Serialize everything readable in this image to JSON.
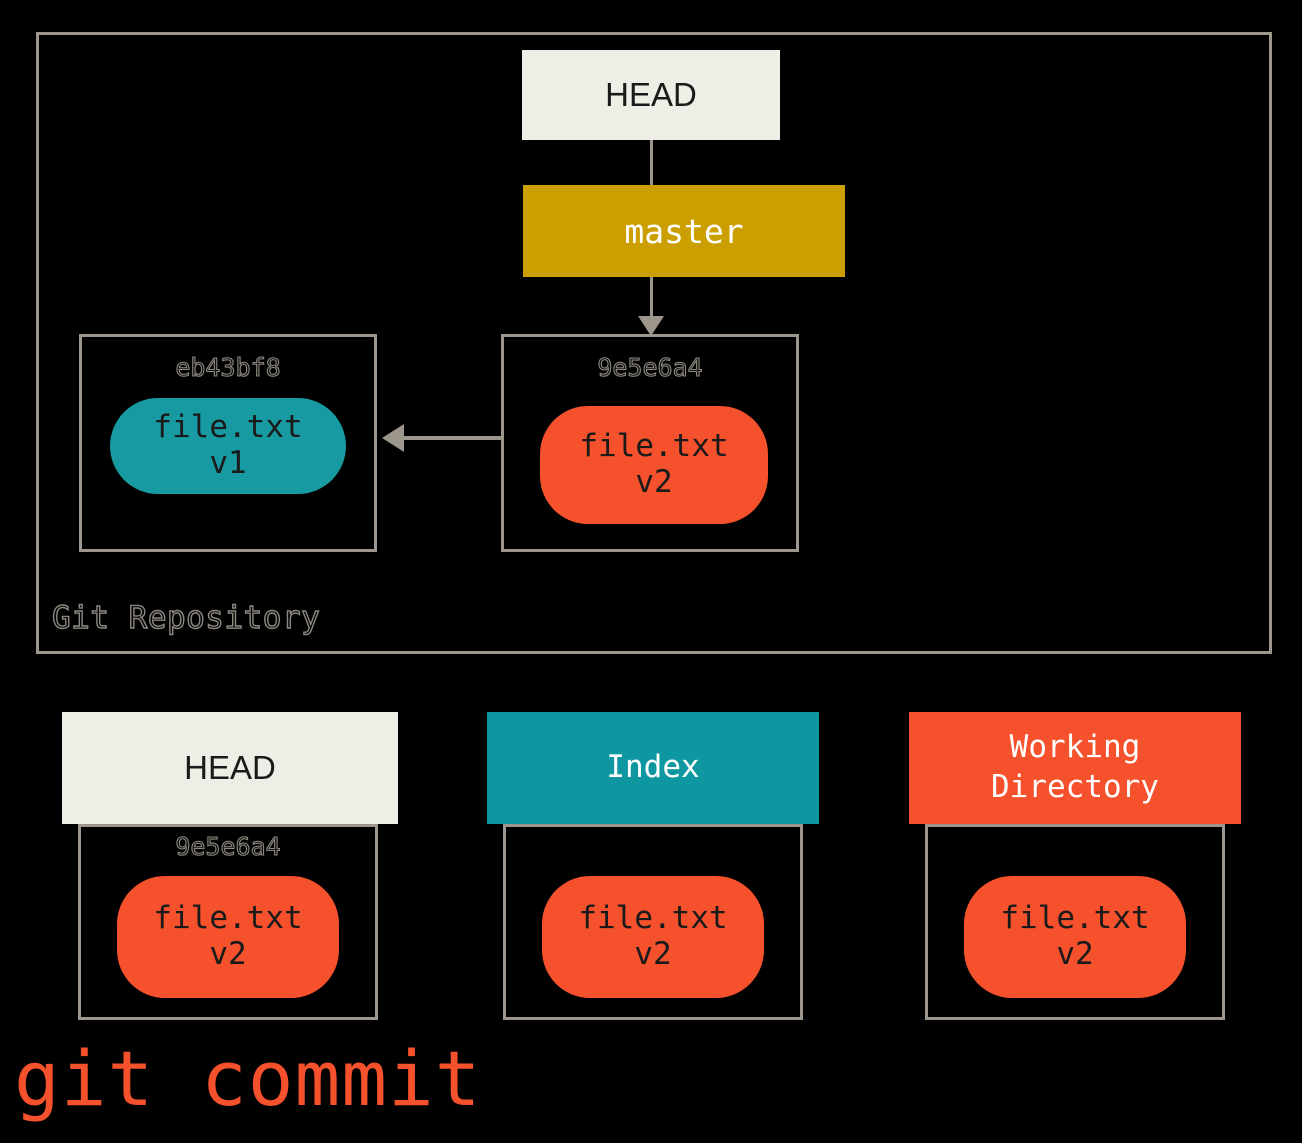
{
  "diagram": {
    "title": "git commit",
    "repository": {
      "label": "Git Repository",
      "head_box": {
        "label": "HEAD"
      },
      "branch_box": {
        "label": "master"
      },
      "commits": [
        {
          "hash": "eb43bf8",
          "file_name": "file.txt",
          "file_version": "v1",
          "color": "#179AA2"
        },
        {
          "hash": "9e5e6a4",
          "file_name": "file.txt",
          "file_version": "v2",
          "color": "#F4512C"
        }
      ]
    },
    "areas": [
      {
        "label": "HEAD",
        "header_color": "#EEEEE6",
        "hash": "9e5e6a4",
        "file_name": "file.txt",
        "file_version": "v2",
        "blob_color": "#F4512C"
      },
      {
        "label": "Index",
        "header_color": "#0E97A0",
        "hash": "",
        "file_name": "file.txt",
        "file_version": "v2",
        "blob_color": "#F4512C"
      },
      {
        "label": "Working\nDirectory",
        "label_line1": "Working",
        "label_line2": "Directory",
        "header_color": "#F4512C",
        "hash": "",
        "file_name": "file.txt",
        "file_version": "v2",
        "blob_color": "#F4512C"
      }
    ],
    "colors": {
      "background": "#000000",
      "stroke": "#9C968C",
      "branch": "#CC9F00",
      "teal": "#179AA2",
      "orange": "#F4512C",
      "cream": "#EEEEE6"
    }
  }
}
